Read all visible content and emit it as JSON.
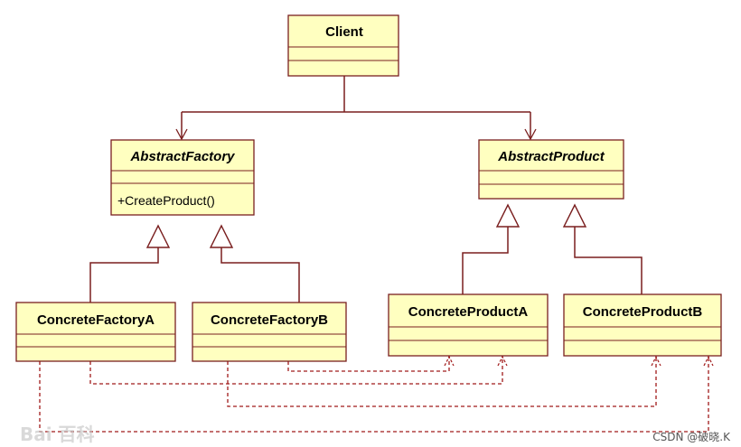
{
  "classes": {
    "client": {
      "name": "Client"
    },
    "abstract_factory": {
      "name": "AbstractFactory",
      "operation": "+CreateProduct()"
    },
    "abstract_product": {
      "name": "AbstractProduct"
    },
    "concrete_factory_a": {
      "name": "ConcreteFactoryA"
    },
    "concrete_factory_b": {
      "name": "ConcreteFactoryB"
    },
    "concrete_product_a": {
      "name": "ConcreteProductA"
    },
    "concrete_product_b": {
      "name": "ConcreteProductB"
    }
  },
  "watermark": {
    "logo_text": "Bai 百科",
    "credit": "CSDN @破晓.K"
  },
  "colors": {
    "box_fill": "#ffffc0",
    "line": "#7a1f1f",
    "dependency": "#a01a1a"
  }
}
